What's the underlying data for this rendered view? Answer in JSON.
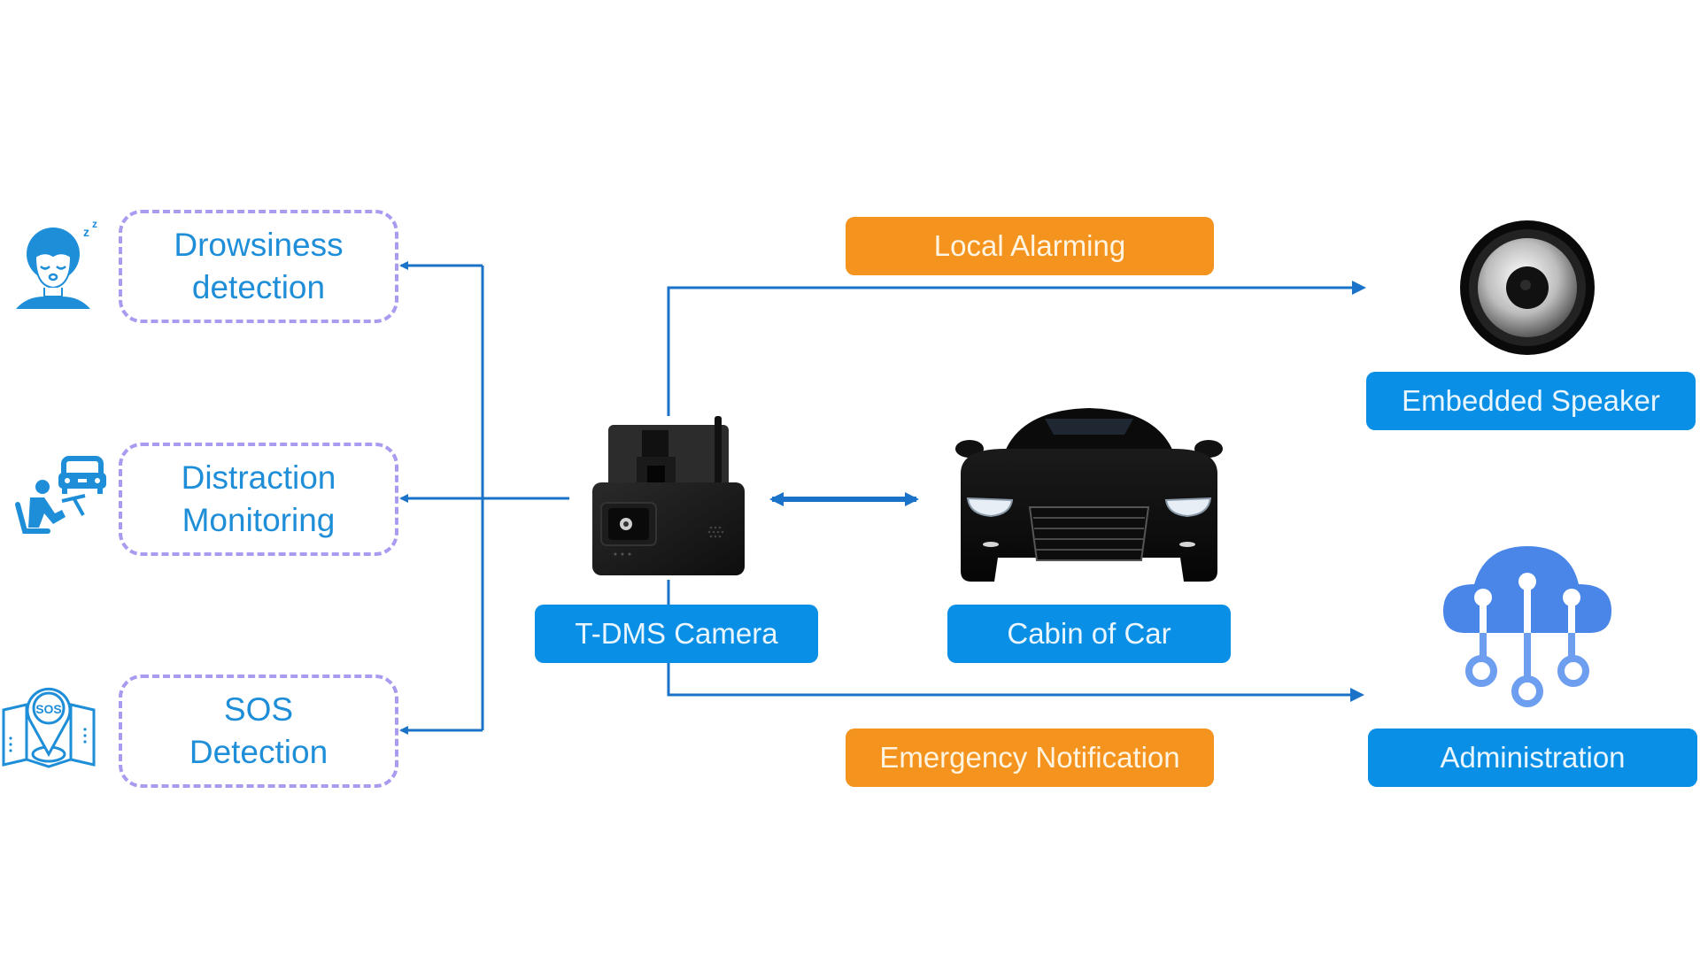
{
  "features": [
    {
      "line1": "Drowsiness",
      "line2": "detection",
      "icon": "sleeping-face-icon"
    },
    {
      "line1": "Distraction",
      "line2": "Monitoring",
      "icon": "distracted-driver-icon"
    },
    {
      "line1": "SOS",
      "line2": "Detection",
      "icon": "sos-location-icon"
    }
  ],
  "devices": {
    "camera_label": "T-DMS Camera",
    "car_label": "Cabin of Car",
    "speaker_label": "Embedded Speaker",
    "admin_label": "Administration"
  },
  "flows": {
    "local_alarming": "Local Alarming",
    "emergency_notification": "Emergency Notification"
  },
  "colors": {
    "primary_blue": "#0a8fe6",
    "connector_blue": "#1a73c8",
    "orange": "#f5931f",
    "dashed_purple": "#a99cf0",
    "feature_text": "#1f8ed8",
    "cloud_blue": "#4285f4"
  }
}
